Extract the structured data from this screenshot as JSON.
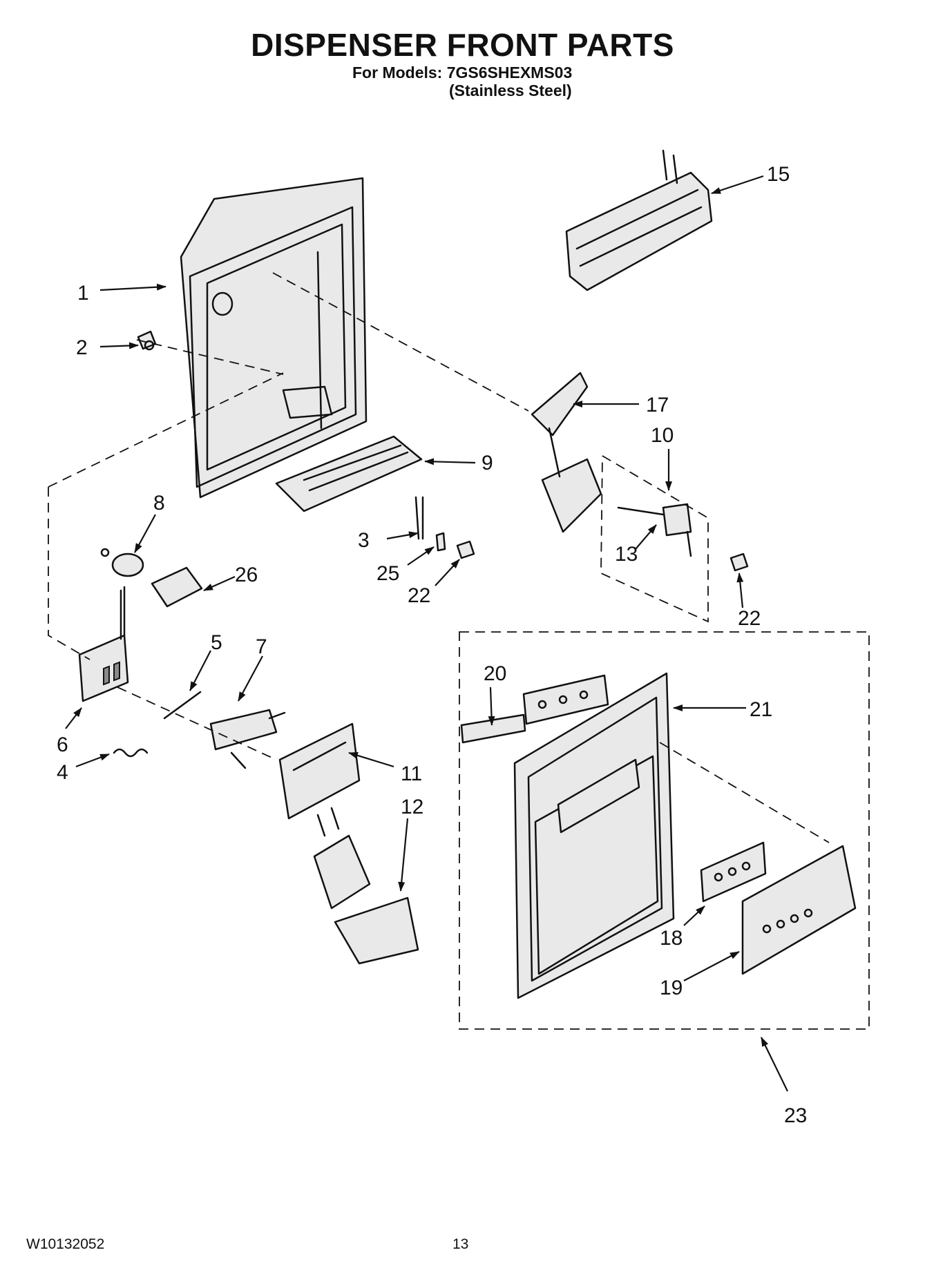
{
  "header": {
    "title": "DISPENSER FRONT PARTS",
    "models_line": "For Models: 7GS6SHEXMS03",
    "finish_line": "(Stainless Steel)"
  },
  "footer": {
    "doc_number": "W10132052",
    "page_number": "13"
  },
  "callouts": [
    "1",
    "2",
    "3",
    "4",
    "5",
    "6",
    "7",
    "8",
    "9",
    "10",
    "11",
    "12",
    "13",
    "15",
    "17",
    "18",
    "19",
    "20",
    "21",
    "22",
    "22",
    "23",
    "25",
    "26"
  ]
}
